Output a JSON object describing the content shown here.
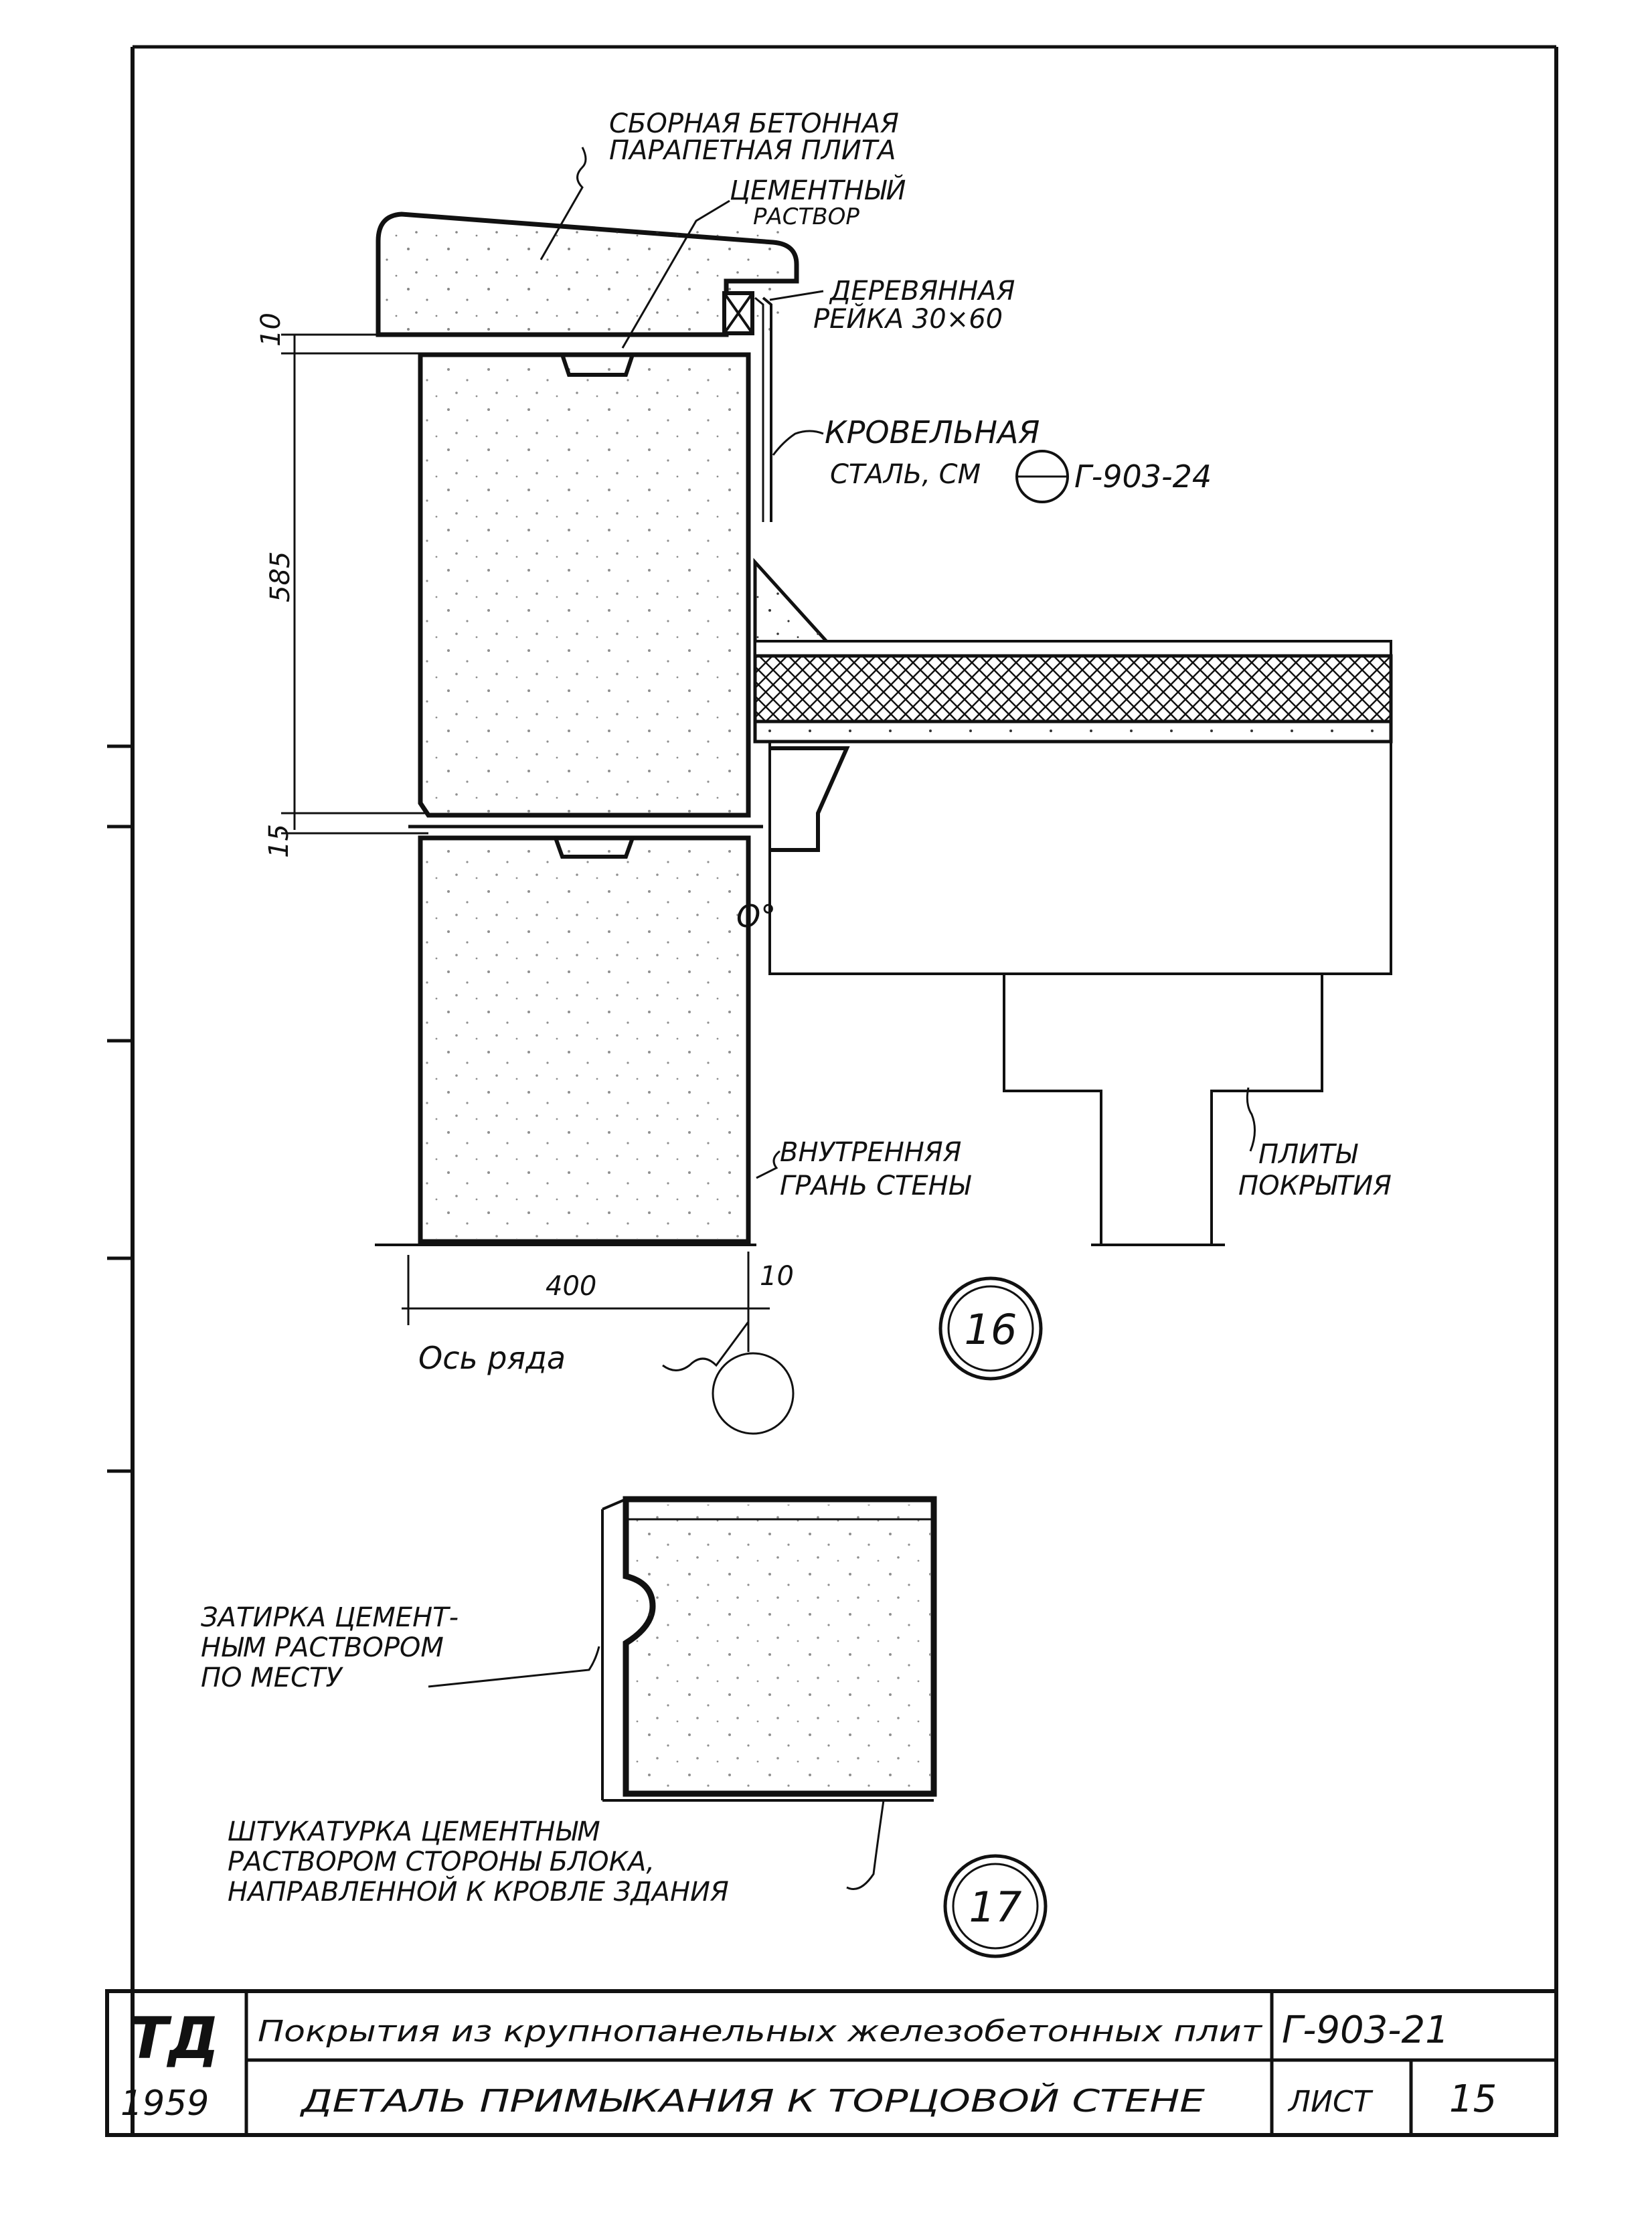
{
  "labels": {
    "parapet_l1": "СБОРНАЯ БЕТОННАЯ",
    "parapet_l2": "ПАРАПЕТНАЯ ПЛИТА",
    "mortar_l1": "ЦЕМЕНТНЫЙ",
    "mortar_l2": "РАСТВОР",
    "batten_l1": "ДЕРЕВЯННАЯ",
    "batten_l2": "РЕЙКА 30×60",
    "roofsteel_l1": "КРОВЕЛЬНАЯ",
    "roofsteel_l2": "СТАЛЬ, СМ",
    "roofsteel_ref": "Г-903-24",
    "inner_face_l1": "ВНУТРЕННЯЯ",
    "inner_face_l2": "ГРАНЬ СТЕНЫ",
    "roof_slabs_l1": "ПЛИТЫ",
    "roof_slabs_l2": "ПОКРЫТИЯ",
    "row_axis": "Ось ряда",
    "grout_l1": "ЗАТИРКА ЦЕМЕНТ-",
    "grout_l2": "НЫМ РАСТВОРОМ",
    "grout_l3": "ПО МЕСТУ",
    "plaster_l1": "ШТУКАТУРКА ЦЕМЕНТНЫМ",
    "plaster_l2": "РАСТВОРОМ СТОРОНЫ БЛОКА,",
    "plaster_l3": "НАПРАВЛЕННОЙ К КРОВЛЕ ЗДАНИЯ"
  },
  "dimensions": {
    "top_gap": "10",
    "block_height": "585",
    "joint": "15",
    "wall_width": "400",
    "offset": "10"
  },
  "details": {
    "detail_a": "16",
    "detail_b": "17"
  },
  "title_block": {
    "logo": "ТД",
    "year": "1959",
    "series_title": "Покрытия из крупнопанельных железобетонных плит",
    "code": "Г-903-21",
    "sheet_title": "ДЕТАЛЬ ПРИМЫКАНИЯ К ТОРЦОВОЙ СТЕНЕ",
    "sheet_label": "ЛИСТ",
    "sheet_number": "15"
  }
}
